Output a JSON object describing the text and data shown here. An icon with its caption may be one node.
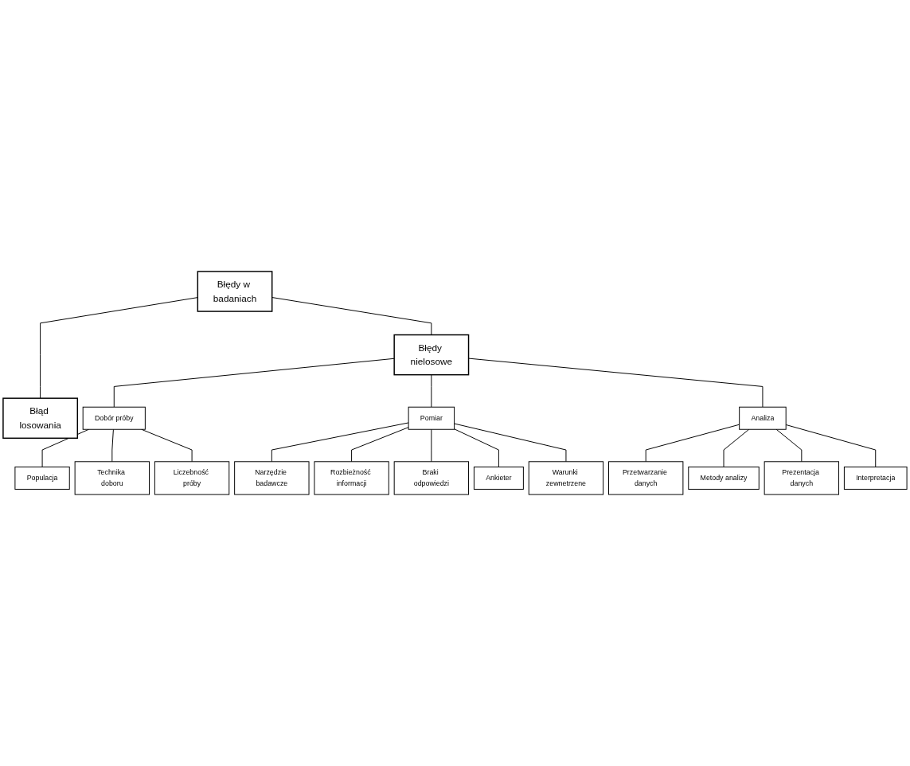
{
  "diagram": {
    "nodes": [
      {
        "text": [
          "Błędy w badaniach"
        ]
      },
      {
        "text": [
          "Błędy nielosowe"
        ]
      },
      {
        "text": [
          "Błąd losowania"
        ]
      },
      {
        "text": [
          "Dobór próby"
        ]
      },
      {
        "text": [
          "Pomiar"
        ]
      },
      {
        "text": [
          "Analiza"
        ]
      },
      {
        "text": [
          "Populacja"
        ]
      },
      {
        "text": [
          "Technika doboru"
        ]
      },
      {
        "text": [
          "Liczebność próby"
        ]
      },
      {
        "text": [
          "Narzędzie badawcze"
        ]
      },
      {
        "text": [
          "Rozbieżność informacji"
        ]
      },
      {
        "text": [
          "Braki odpowiedzi"
        ]
      },
      {
        "text": [
          "Ankieter"
        ]
      },
      {
        "text": [
          "Warunki zewnetrzene"
        ]
      },
      {
        "text": [
          "Przetwarzanie danych"
        ]
      },
      {
        "text": [
          "Metody analizy"
        ]
      },
      {
        "text": [
          "Prezentacja danych"
        ]
      },
      {
        "text": [
          "Interpretacja"
        ]
      }
    ],
    "edges": [
      {
        "from": 0,
        "to": 1,
        "arrow": "none"
      },
      {
        "from": 0,
        "to": 2,
        "arrow": "none"
      },
      {
        "from": 1,
        "to": 3,
        "arrow": "none"
      },
      {
        "from": 1,
        "to": 4,
        "arrow": "none"
      },
      {
        "from": 1,
        "to": 5,
        "arrow": "none"
      },
      {
        "from": 3,
        "to": 6,
        "arrow": "none"
      },
      {
        "from": 3,
        "to": 7,
        "arrow": "none"
      },
      {
        "from": 3,
        "to": 8,
        "arrow": "none"
      },
      {
        "from": 4,
        "to": 9,
        "arrow": "none"
      },
      {
        "from": 4,
        "to": 10,
        "arrow": "none"
      },
      {
        "from": 4,
        "to": 11,
        "arrow": "none"
      },
      {
        "from": 4,
        "to": 12,
        "arrow": "none"
      },
      {
        "from": 4,
        "to": 13,
        "arrow": "none"
      },
      {
        "from": 5,
        "to": 14,
        "arrow": "none"
      },
      {
        "from": 5,
        "to": 15,
        "arrow": "none"
      },
      {
        "from": 5,
        "to": 16,
        "arrow": "none"
      },
      {
        "from": 5,
        "to": 17,
        "arrow": "none"
      }
    ]
  }
}
